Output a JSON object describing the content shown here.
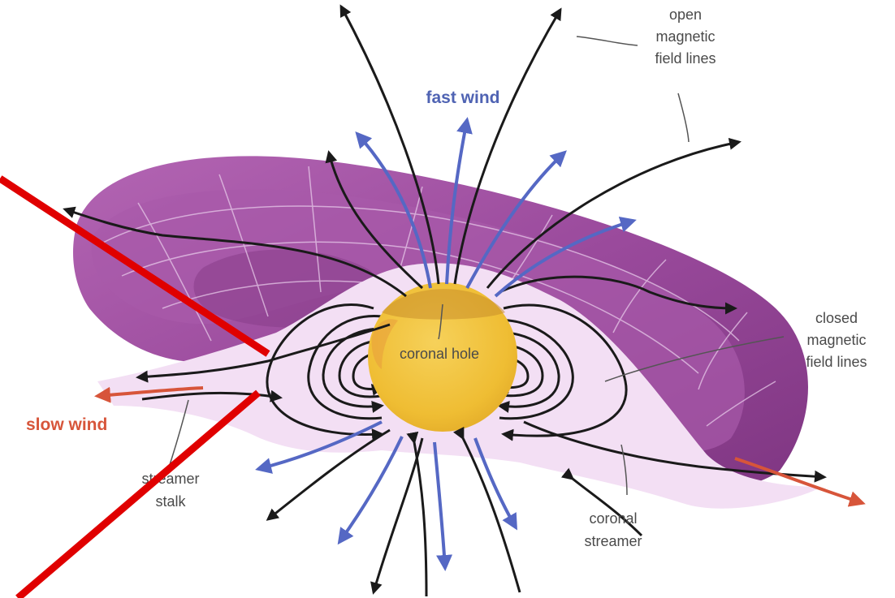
{
  "labels": {
    "open_field": [
      "open",
      "magnetic",
      "field lines"
    ],
    "fast_wind": "fast wind",
    "coronal_hole": "coronal hole",
    "closed_field": [
      "closed",
      "magnetic",
      "field lines"
    ],
    "slow_wind": "slow wind",
    "streamer_stalk": [
      "streamer",
      "stalk"
    ],
    "coronal_streamer": [
      "coronal",
      "streamer"
    ]
  },
  "colors": {
    "current_sheet": "#9c4f9e",
    "current_sheet_light": "#d8b3dc",
    "sun": "#f1c23c",
    "field_line": "#1a1a1a",
    "fast_wind": "#5568c4",
    "slow_wind": "#d7553a",
    "annotation_stroke": "#e00000"
  }
}
